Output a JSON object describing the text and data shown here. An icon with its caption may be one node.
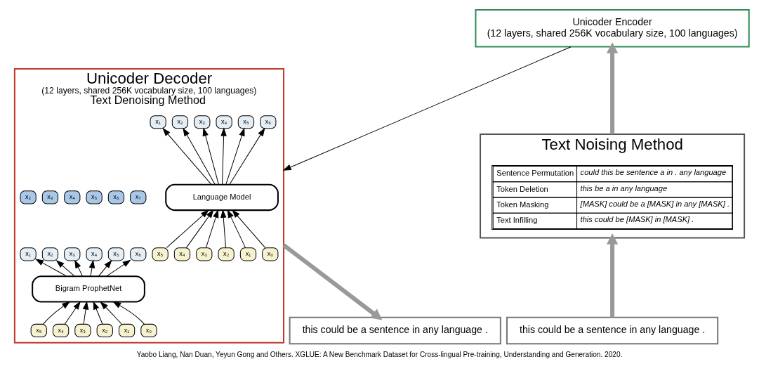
{
  "diagram": {
    "caption": "Yaobo Liang, Nan Duan, Yeyun Gong and Others. XGLUE: A New Benchmark Dataset for Cross-lingual Pre-training, Understanding and Generation. 2020.",
    "nodes": [
      {
        "text": [
          "Unicoder Encoder",
          "(12 layers, shared 256K vocabulary size, 100 languages)"
        ]
      },
      {
        "text": [
          "Unicoder Decoder",
          "(12 layers, shared 256K vocabulary size, 100 languages)",
          "Text Denoising Method"
        ]
      },
      {
        "text": [
          "x₁"
        ],
        "in": 1
      },
      {
        "text": [
          "x₂"
        ],
        "in": 1
      },
      {
        "text": [
          "x₃"
        ],
        "in": 1
      },
      {
        "text": [
          "x₄"
        ],
        "in": 1
      },
      {
        "text": [
          "x₅"
        ],
        "in": 1
      },
      {
        "text": [
          "x₆"
        ],
        "in": 1
      },
      {
        "text": [
          "Language Model"
        ],
        "in": 1
      },
      {
        "text": [
          "x₀"
        ],
        "in": 1
      },
      {
        "text": [
          "x₁"
        ],
        "in": 1
      },
      {
        "text": [
          "x₂"
        ],
        "in": 1
      },
      {
        "text": [
          "x₃"
        ],
        "in": 1
      },
      {
        "text": [
          "x₄"
        ],
        "in": 1
      },
      {
        "text": [
          "x₅"
        ],
        "in": 1
      },
      {
        "text": [
          "x₂"
        ],
        "in": 1
      },
      {
        "text": [
          "x₃"
        ],
        "in": 1
      },
      {
        "text": [
          "x₄"
        ],
        "in": 1
      },
      {
        "text": [
          "x₅"
        ],
        "in": 1
      },
      {
        "text": [
          "x₆"
        ],
        "in": 1
      },
      {
        "text": [
          "x₇"
        ],
        "in": 1
      },
      {
        "text": [
          "x₁"
        ],
        "in": 1
      },
      {
        "text": [
          "x₂"
        ],
        "in": 1
      },
      {
        "text": [
          "x₃"
        ],
        "in": 1
      },
      {
        "text": [
          "x₄"
        ],
        "in": 1
      },
      {
        "text": [
          "x₅"
        ],
        "in": 1
      },
      {
        "text": [
          "x₆"
        ],
        "in": 1
      },
      {
        "text": [
          "Bigram ProphetNet"
        ],
        "in": 1
      },
      {
        "text": [
          "x₀"
        ],
        "in": 1
      },
      {
        "text": [
          "x₁"
        ],
        "in": 1
      },
      {
        "text": [
          "x₂"
        ],
        "in": 1
      },
      {
        "text": [
          "x₃"
        ],
        "in": 1
      },
      {
        "text": [
          "x₄"
        ],
        "in": 1
      },
      {
        "text": [
          "x₅"
        ],
        "in": 1
      },
      {
        "text": [
          "Text Noising Method"
        ]
      },
      {
        "text": [
          "this could be a sentence in any language ."
        ]
      },
      {
        "text": [
          "this could be a sentence in any language ."
        ]
      }
    ],
    "edges": [
      {
        "from": 35,
        "to": 34,
        "arrow": "to",
        "style": "thick",
        "color": "#999999"
      },
      {
        "from": 34,
        "to": 0,
        "arrow": "to",
        "style": "thick",
        "color": "#999999"
      },
      {
        "from": 0,
        "to": 1,
        "arrow": "to"
      },
      {
        "from": 1,
        "to": 36,
        "arrow": "to",
        "style": "thick",
        "color": "#999999"
      },
      {
        "from": 9,
        "to": 8,
        "arrow": "to"
      },
      {
        "from": 10,
        "to": 8,
        "arrow": "to"
      },
      {
        "from": 11,
        "to": 8,
        "arrow": "to"
      },
      {
        "from": 12,
        "to": 8,
        "arrow": "to"
      },
      {
        "from": 13,
        "to": 8,
        "arrow": "to"
      },
      {
        "from": 14,
        "to": 8,
        "arrow": "to"
      },
      {
        "from": 8,
        "to": 2,
        "arrow": "to"
      },
      {
        "from": 8,
        "to": 3,
        "arrow": "to"
      },
      {
        "from": 8,
        "to": 4,
        "arrow": "to"
      },
      {
        "from": 8,
        "to": 5,
        "arrow": "to"
      },
      {
        "from": 8,
        "to": 6,
        "arrow": "to"
      },
      {
        "from": 8,
        "to": 7,
        "arrow": "to"
      },
      {
        "from": 28,
        "to": 27,
        "arrow": "to"
      },
      {
        "from": 29,
        "to": 27,
        "arrow": "to"
      },
      {
        "from": 30,
        "to": 27,
        "arrow": "to"
      },
      {
        "from": 31,
        "to": 27,
        "arrow": "to"
      },
      {
        "from": 32,
        "to": 27,
        "arrow": "to"
      },
      {
        "from": 33,
        "to": 27,
        "arrow": "to"
      },
      {
        "from": 27,
        "to": 21,
        "arrow": "to"
      },
      {
        "from": 27,
        "to": 22,
        "arrow": "to"
      },
      {
        "from": 27,
        "to": 23,
        "arrow": "to"
      },
      {
        "from": 27,
        "to": 24,
        "arrow": "to"
      },
      {
        "from": 27,
        "to": 25,
        "arrow": "to"
      },
      {
        "from": 27,
        "to": 26,
        "arrow": "to"
      }
    ],
    "labels": [
      "Sentence Permutation",
      "could this be sentence a in . any language",
      "Token Deletion",
      "this be a in any language",
      "Token Masking",
      "[MASK] could be a [MASK] in any [MASK] .",
      "Text Infilling",
      "this could be [MASK] in [MASK] ."
    ]
  }
}
